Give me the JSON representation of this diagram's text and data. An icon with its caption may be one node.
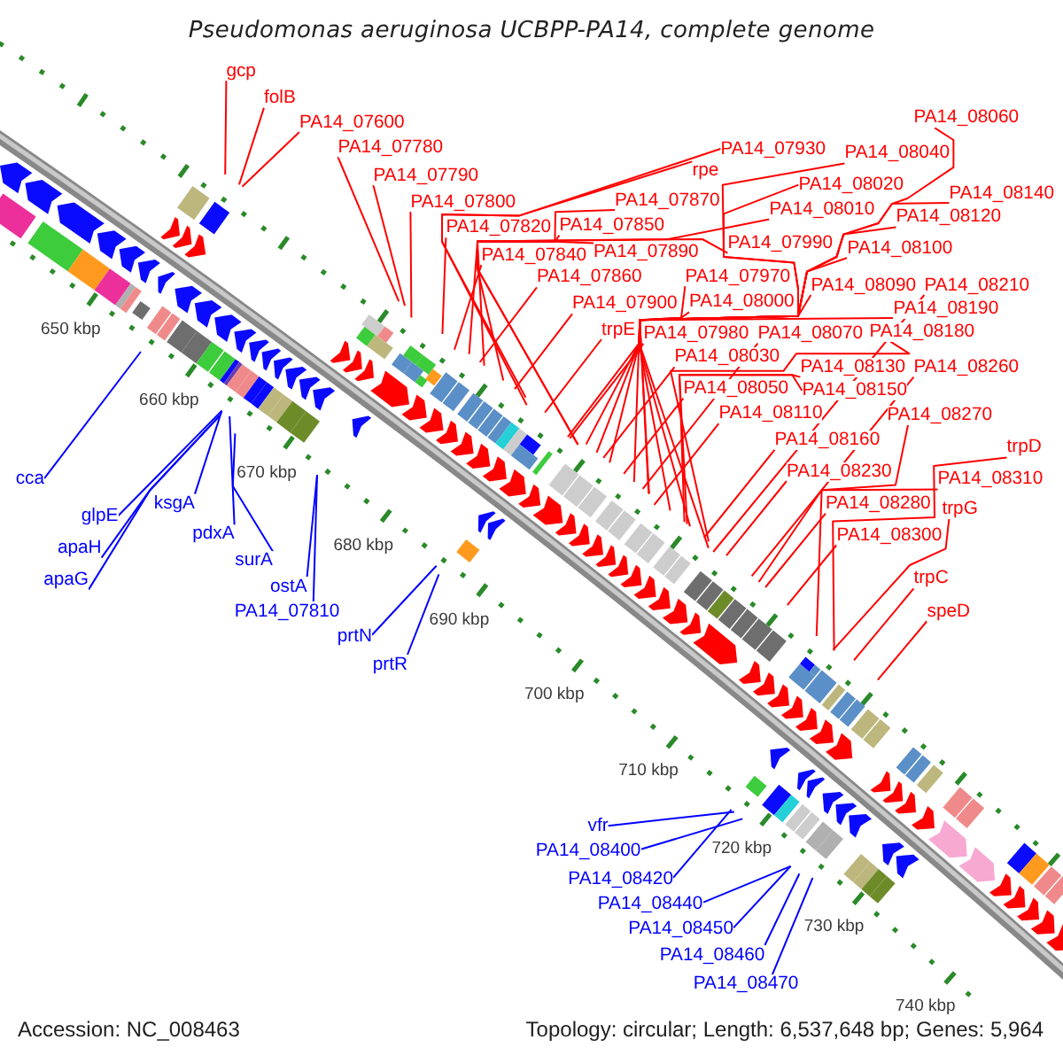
{
  "diagram": {
    "title": "Pseudomonas aeruginosa UCBPP-PA14, complete genome",
    "nodes": [
      {
        "text": [
          "gcp"
        ]
      },
      {
        "text": [
          "folB"
        ]
      },
      {
        "text": [
          "PA14_08060"
        ]
      },
      {
        "text": [
          "PA14_07600"
        ]
      },
      {
        "text": [
          "PA14_07780"
        ]
      },
      {
        "text": [
          "PA14_07930"
        ]
      },
      {
        "text": [
          "PA14_08040"
        ]
      },
      {
        "text": [
          "rpe"
        ]
      },
      {
        "text": [
          "PA14_07790"
        ]
      },
      {
        "text": [
          "PA14_08020"
        ]
      },
      {
        "text": [
          "PA14_08140"
        ]
      },
      {
        "text": [
          "PA14_07870"
        ]
      },
      {
        "text": [
          "PA14_07800"
        ]
      },
      {
        "text": [
          "PA14_08010"
        ]
      },
      {
        "text": [
          "PA14_08120"
        ]
      },
      {
        "text": [
          "PA14_07850"
        ]
      },
      {
        "text": [
          "PA14_07820"
        ]
      },
      {
        "text": [
          "PA14_07990"
        ]
      },
      {
        "text": [
          "PA14_08100"
        ]
      },
      {
        "text": [
          "PA14_07890"
        ]
      },
      {
        "text": [
          "PA14_07840"
        ]
      },
      {
        "text": [
          "PA14_07970"
        ]
      },
      {
        "text": [
          "PA14_07860"
        ]
      },
      {
        "text": [
          "PA14_08090"
        ]
      },
      {
        "text": [
          "PA14_08210"
        ]
      },
      {
        "text": [
          "PA14_08000"
        ]
      },
      {
        "text": [
          "PA14_07900"
        ]
      },
      {
        "text": [
          "PA14_08190"
        ]
      },
      {
        "text": [
          "trpE"
        ]
      },
      {
        "text": [
          "PA14_08180"
        ]
      },
      {
        "text": [
          "PA14_07980"
        ]
      },
      {
        "text": [
          "PA14_08070"
        ]
      },
      {
        "text": [
          "PA14_08030"
        ]
      },
      {
        "text": [
          "PA14_08130"
        ]
      },
      {
        "text": [
          "PA14_08260"
        ]
      },
      {
        "text": [
          "PA14_08050"
        ]
      },
      {
        "text": [
          "PA14_08150"
        ]
      },
      {
        "text": [
          "PA14_08110"
        ]
      },
      {
        "text": [
          "PA14_08270"
        ]
      },
      {
        "text": [
          "PA14_08160"
        ]
      },
      {
        "text": [
          "trpD"
        ]
      },
      {
        "text": [
          "PA14_08230"
        ]
      },
      {
        "text": [
          "cca"
        ]
      },
      {
        "text": [
          "PA14_08310"
        ]
      },
      {
        "text": [
          "ksgA"
        ]
      },
      {
        "text": [
          "PA14_08280"
        ]
      },
      {
        "text": [
          "trpG"
        ]
      },
      {
        "text": [
          "glpE"
        ]
      },
      {
        "text": [
          "pdxA"
        ]
      },
      {
        "text": [
          "PA14_08300"
        ]
      },
      {
        "text": [
          "apaH"
        ]
      },
      {
        "text": [
          "surA"
        ]
      },
      {
        "text": [
          "trpC"
        ]
      },
      {
        "text": [
          "apaG"
        ]
      },
      {
        "text": [
          "ostA"
        ]
      },
      {
        "text": [
          "PA14_07810"
        ]
      },
      {
        "text": [
          "speD"
        ]
      },
      {
        "text": [
          "prtN"
        ]
      },
      {
        "text": [
          "prtR"
        ]
      },
      {
        "text": [
          "vfr"
        ]
      },
      {
        "text": [
          "PA14_08400"
        ]
      },
      {
        "text": [
          "PA14_08420"
        ]
      },
      {
        "text": [
          "PA14_08440"
        ]
      },
      {
        "text": [
          "PA14_08450"
        ]
      },
      {
        "text": [
          "PA14_08460"
        ]
      },
      {
        "text": [
          "PA14_08470"
        ]
      }
    ],
    "edges": [
      {
        "from": 0,
        "to": null,
        "arrow": "none"
      },
      {
        "from": 1,
        "to": null,
        "arrow": "none"
      },
      {
        "from": 2,
        "to": null,
        "arrow": "none"
      },
      {
        "from": 3,
        "to": null,
        "arrow": "none"
      },
      {
        "from": 4,
        "to": null,
        "arrow": "none"
      },
      {
        "from": 5,
        "to": null,
        "arrow": "none"
      },
      {
        "from": 6,
        "to": null,
        "arrow": "none"
      },
      {
        "from": 7,
        "to": null,
        "arrow": "none"
      },
      {
        "from": 8,
        "to": null,
        "arrow": "none"
      },
      {
        "from": 9,
        "to": null,
        "arrow": "none"
      },
      {
        "from": 10,
        "to": null,
        "arrow": "none"
      },
      {
        "from": 11,
        "to": null,
        "arrow": "none"
      },
      {
        "from": 12,
        "to": null,
        "arrow": "none"
      },
      {
        "from": 13,
        "to": null,
        "arrow": "none"
      },
      {
        "from": 14,
        "to": null,
        "arrow": "none"
      },
      {
        "from": 15,
        "to": null,
        "arrow": "none"
      },
      {
        "from": 16,
        "to": null,
        "arrow": "none"
      },
      {
        "from": 17,
        "to": null,
        "arrow": "none"
      },
      {
        "from": 18,
        "to": null,
        "arrow": "none"
      },
      {
        "from": 19,
        "to": null,
        "arrow": "none"
      },
      {
        "from": 20,
        "to": null,
        "arrow": "none"
      },
      {
        "from": 21,
        "to": null,
        "arrow": "none"
      },
      {
        "from": 22,
        "to": null,
        "arrow": "none"
      },
      {
        "from": 23,
        "to": null,
        "arrow": "none"
      },
      {
        "from": 24,
        "to": null,
        "arrow": "none"
      },
      {
        "from": 25,
        "to": null,
        "arrow": "none"
      },
      {
        "from": 26,
        "to": null,
        "arrow": "none"
      },
      {
        "from": 27,
        "to": null,
        "arrow": "none"
      },
      {
        "from": 28,
        "to": null,
        "arrow": "none"
      },
      {
        "from": 29,
        "to": null,
        "arrow": "none"
      },
      {
        "from": 30,
        "to": null,
        "arrow": "none"
      },
      {
        "from": 31,
        "to": null,
        "arrow": "none"
      },
      {
        "from": 32,
        "to": null,
        "arrow": "none"
      },
      {
        "from": 33,
        "to": null,
        "arrow": "none"
      },
      {
        "from": 34,
        "to": null,
        "arrow": "none"
      },
      {
        "from": 35,
        "to": null,
        "arrow": "none"
      },
      {
        "from": 36,
        "to": null,
        "arrow": "none"
      },
      {
        "from": 37,
        "to": null,
        "arrow": "none"
      },
      {
        "from": 38,
        "to": null,
        "arrow": "none"
      },
      {
        "from": 39,
        "to": null,
        "arrow": "none"
      },
      {
        "from": 40,
        "to": null,
        "arrow": "none"
      },
      {
        "from": 41,
        "to": null,
        "arrow": "none"
      },
      {
        "from": 42,
        "to": null,
        "arrow": "none",
        "color": "#0000ff"
      },
      {
        "from": 43,
        "to": null,
        "arrow": "none"
      },
      {
        "from": 44,
        "to": null,
        "arrow": "none",
        "color": "#0000ff"
      },
      {
        "from": 45,
        "to": null,
        "arrow": "none"
      },
      {
        "from": 46,
        "to": null,
        "arrow": "none"
      },
      {
        "from": 47,
        "to": null,
        "arrow": "none",
        "color": "#0000ff"
      },
      {
        "from": 48,
        "to": null,
        "arrow": "none",
        "color": "#0000ff"
      },
      {
        "from": 49,
        "to": null,
        "arrow": "none"
      },
      {
        "from": 50,
        "to": null,
        "arrow": "none",
        "color": "#0000ff"
      },
      {
        "from": 51,
        "to": null,
        "arrow": "none",
        "color": "#0000ff"
      },
      {
        "from": 52,
        "to": null,
        "arrow": "none"
      },
      {
        "from": 53,
        "to": null,
        "arrow": "none",
        "color": "#0000ff"
      },
      {
        "from": 54,
        "to": null,
        "arrow": "none",
        "color": "#0000ff"
      },
      {
        "from": 55,
        "to": null,
        "arrow": "none",
        "color": "#0000ff"
      },
      {
        "from": 56,
        "to": null,
        "arrow": "none"
      },
      {
        "from": 57,
        "to": null,
        "arrow": "none",
        "color": "#0000ff"
      },
      {
        "from": 58,
        "to": null,
        "arrow": "none",
        "color": "#0000ff"
      },
      {
        "from": 59,
        "to": null,
        "arrow": "none",
        "color": "#0000ff"
      },
      {
        "from": 60,
        "to": null,
        "arrow": "none",
        "color": "#0000ff"
      },
      {
        "from": 61,
        "to": null,
        "arrow": "none",
        "color": "#0000ff"
      },
      {
        "from": 62,
        "to": null,
        "arrow": "none",
        "color": "#0000ff"
      },
      {
        "from": 63,
        "to": null,
        "arrow": "none",
        "color": "#0000ff"
      },
      {
        "from": 64,
        "to": null,
        "arrow": "none",
        "color": "#0000ff"
      },
      {
        "from": 65,
        "to": null,
        "arrow": "none",
        "color": "#0000ff"
      }
    ],
    "labels": [
      "650 kbp",
      "660 kbp",
      "670 kbp",
      "680 kbp",
      "690 kbp",
      "700 kbp",
      "710 kbp",
      "720 kbp",
      "730 kbp",
      "740 kbp",
      "Accession: NC_008463",
      "Topology: circular; Length: 6,537,648 bp; Genes: 5,964"
    ]
  }
}
